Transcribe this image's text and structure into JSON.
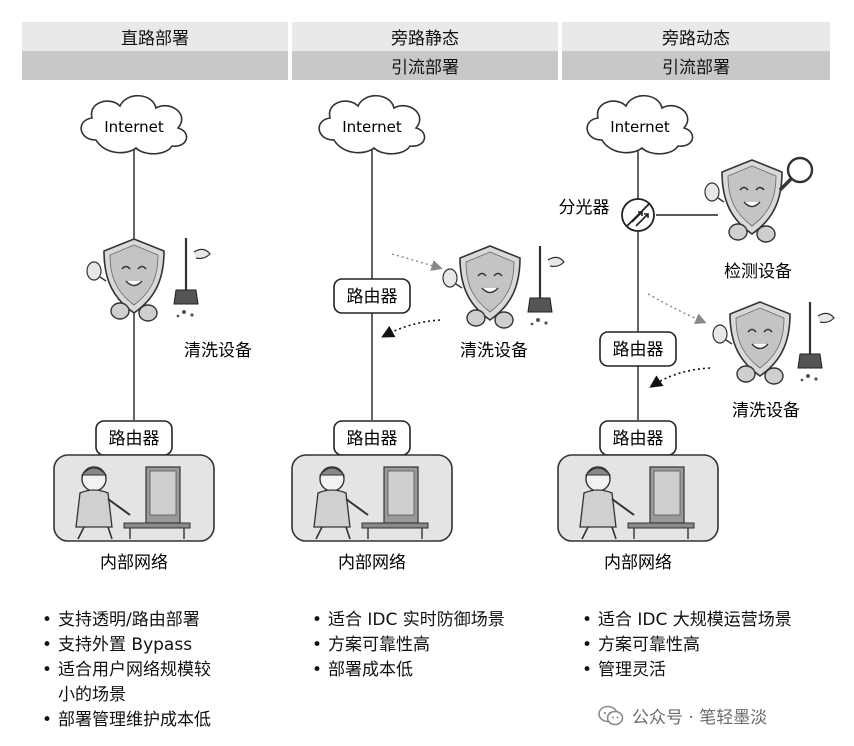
{
  "columns": [
    {
      "header": [
        "直路部署"
      ],
      "internet_label": "Internet",
      "router_label": "路由器",
      "cleaning_label": "清洗设备",
      "network_label": "内部网络",
      "bullets": [
        "支持透明/路由部署",
        "支持外置 Bypass",
        "适合用户网络规模较",
        "小的场景",
        "部署管理维护成本低"
      ]
    },
    {
      "header": [
        "旁路静态",
        "引流部署"
      ],
      "internet_label": "Internet",
      "router_top_label": "路由器",
      "router_label": "路由器",
      "cleaning_label": "清洗设备",
      "network_label": "内部网络",
      "bullets": [
        "适合 IDC 实时防御场景",
        "方案可靠性高",
        "部署成本低"
      ]
    },
    {
      "header": [
        "旁路动态",
        "引流部署"
      ],
      "internet_label": "Internet",
      "splitter_label": "分光器",
      "detect_label": "检测设备",
      "router_top_label": "路由器",
      "router_label": "路由器",
      "cleaning_label": "清洗设备",
      "network_label": "内部网络",
      "bullets": [
        "适合 IDC 大规模运营场景",
        "方案可靠性高",
        "管理灵活"
      ]
    }
  ],
  "watermark": "公众号 · 笔轻墨淡"
}
